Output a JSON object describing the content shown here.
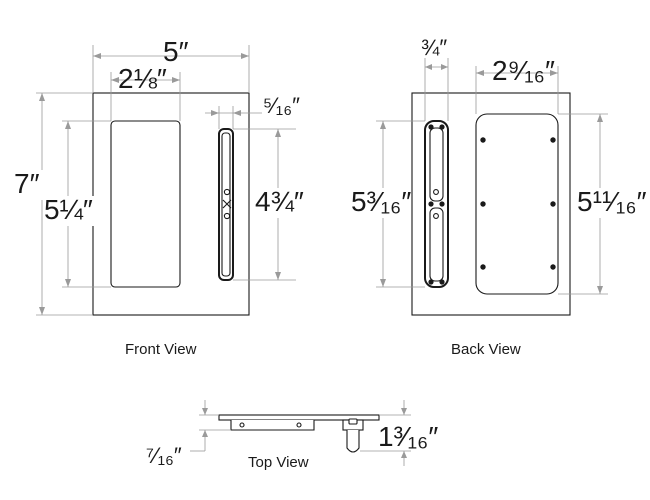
{
  "views": {
    "front": {
      "label": "Front View",
      "dims": {
        "width": "5″",
        "window_width": "2⅛″",
        "height": "7″",
        "window_height": "5¼″",
        "handle_width": "⁵⁄₁₆″",
        "handle_height": "4¾″"
      }
    },
    "back": {
      "label": "Back View",
      "dims": {
        "handle_width": "¾″",
        "panel_width": "2⁹⁄₁₆″",
        "handle_height": "5³⁄₁₆″",
        "panel_height": "5¹¹⁄₁₆″"
      }
    },
    "top": {
      "label": "Top View",
      "dims": {
        "depth_left": "⁷⁄₁₆″",
        "depth_right": "1³⁄₁₆″"
      }
    }
  },
  "colors": {
    "outline": "#1a1a1a",
    "dimension_line": "#9a9a9a",
    "background": "#ffffff"
  }
}
